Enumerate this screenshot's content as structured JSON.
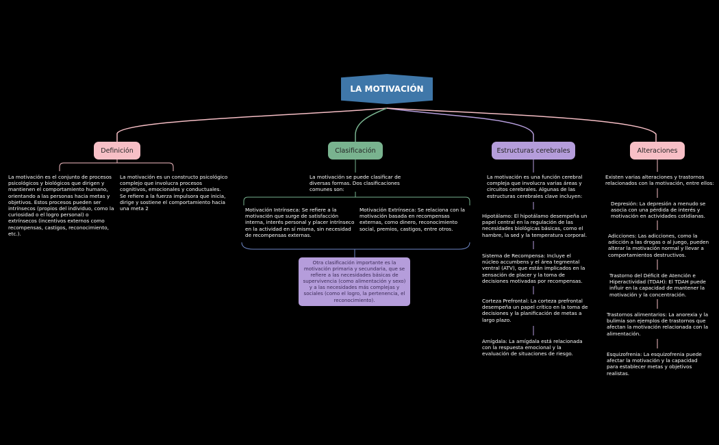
{
  "root": {
    "label": "LA MOTIVACIÓN"
  },
  "topics": {
    "definicion": "Definición",
    "clasificacion": "Clasificación",
    "estructuras": "Estructuras cerebrales",
    "alteraciones": "Alteraciones"
  },
  "definicion": {
    "def1": "La motivación es el conjunto de procesos psicológicos y biológicos que dirigen y mantienen el comportamiento humano, orientando a las personas hacia metas y objetivos. Estos procesos pueden ser intrínsecos (propios del individuo, como la curiosidad o el logro personal) o extrínsecos (incentivos externos como recompensas, castigos, reconocimiento, etc.).",
    "def2": "La motivación es un constructo psicológico complejo que involucra procesos cognitivos, emocionales y conductuales. Se refiere a la fuerza impulsora que inicia, dirige y sostiene el comportamiento hacia una meta 2"
  },
  "clasificacion": {
    "intro": "La motivación se puede clasificar de diversas formas. Dos clasificaciones comunes son:",
    "intrinseca": "Motivación Intrínseca: Se refiere a la motivación que surge de satisfacción interna, interés personal y placer intrínseco en la actividad en sí misma, sin necesidad de recompensas externas.",
    "extrinseca": "Motivación Extrínseca: Se relaciona con la motivación basada en recompensas externas, como dinero, reconocimiento social, premios, castigos, entre otros.",
    "callout": "Otra clasificación importante es la motivación primaria y secundaria, que se refiere a las necesidades básicas de supervivencia (como alimentación y sexo) y a las necesidades más complejas y sociales (como el logro, la pertenencia, el reconocimiento)."
  },
  "estructuras": {
    "intro": "La motivación es una función cerebral compleja que involucra varias áreas y circuitos cerebrales. Algunas de las estructuras cerebrales clave incluyen:",
    "hipotalamo": "Hipotálamo: El hipotálamo desempeña un papel central en la regulación de las necesidades biológicas básicas, como el hambre, la sed y la temperatura corporal.",
    "recompensa": "Sistema de Recompensa: Incluye el núcleo accumbens y el área tegmental ventral (ATV), que están implicados en la sensación de placer y la toma de decisiones motivadas por recompensas.",
    "prefrontal": "Corteza Prefrontal: La corteza prefrontal desempeña un papel crítico en la toma de decisiones y la planificación de metas a largo plazo.",
    "amigdala": "Amígdala: La amígdala está relacionada con la respuesta emocional y la evaluación de situaciones de riesgo."
  },
  "alteraciones": {
    "intro": "Existen varias alteraciones y trastornos relacionados con la motivación, entre ellos:",
    "depresion": "Depresión: La depresión a menudo se asocia con una pérdida de interés y motivación en actividades cotidianas.",
    "adicciones": "Adicciones: Las adicciones, como la adicción a las drogas o al juego, pueden alterar la motivación normal y llevar a comportamientos destructivos.",
    "tdah": "Trastorno del Déficit de Atención e Hiperactividad (TDAH): El TDAH puede influir en la capacidad de mantener la motivación y la concentración.",
    "alimentarios": "Trastornos alimentarios: La anorexia y la bulimia son ejemplos de trastornos que afectan la motivación relacionada con la alimentación.",
    "esquizofrenia": "Esquizofrenia: La esquizofrenia puede afectar la motivación y la capacidad para establecer metas y objetivos realistas."
  },
  "colors": {
    "root": "#3f77a9",
    "pink": "#f7bfc6",
    "green": "#79b38f",
    "purple": "#b59ddb",
    "background": "#000000"
  }
}
